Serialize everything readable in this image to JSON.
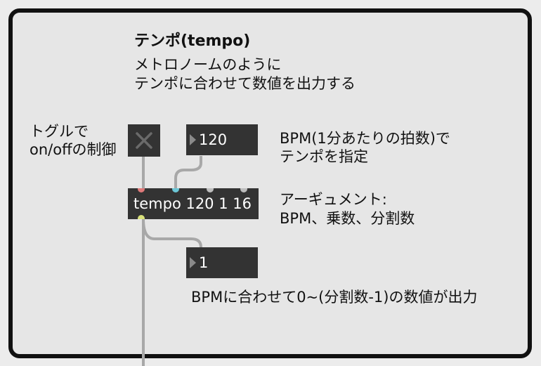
{
  "title": "テンポ(tempo)",
  "subtitle_line1": "メトロノームのように",
  "subtitle_line2": "テンポに合わせて数値を出力する",
  "toggle_label_line1": "トグルで",
  "toggle_label_line2": "on/offの制御",
  "bpm_number": "120",
  "bpm_note_line1": "BPM(1分あたりの拍数)で",
  "bpm_note_line2": "テンポを指定",
  "tempo_object": "tempo 120 1 16",
  "arg_note_line1": "アーギュメント:",
  "arg_note_line2": "BPM、乗数、分割数",
  "output_number": "1",
  "output_note": "BPMに合わせて0~(分割数-1)の数値が出力",
  "colors": {
    "object_bg": "#333333",
    "patch_bg": "#e6e6e6",
    "cord": "#a8a8a8",
    "inlet_toggle": "#e07a7a",
    "inlet_bpm": "#6cc7d6",
    "outlet": "#d8e07a"
  }
}
